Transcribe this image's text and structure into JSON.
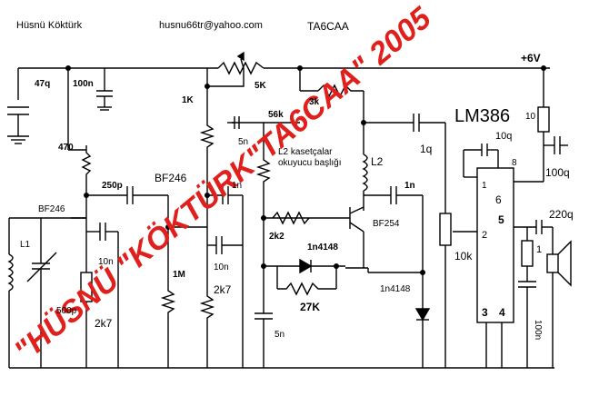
{
  "header": {
    "author": "Hüsnü Köktürk",
    "email": "husnu66tr@yahoo.com",
    "callsign": "TA6CAA"
  },
  "labels": {
    "supply": "+6V",
    "c47": "47q",
    "c100n": "100n",
    "r1k": "1K",
    "pot5k": "5K",
    "r3k": "3k",
    "r56k": "56k",
    "c5n_top": "5n",
    "lm386": "LM386",
    "r10": "10",
    "c10q": "10q",
    "c100q": "100q",
    "c1q": "1q",
    "r470": "470",
    "bf246_right": "BF246",
    "l2_note_1": "L2 kasetçalar",
    "l2_note_2": "okuyucu başlığı",
    "l2": "L2",
    "c250p": "250p",
    "bf246_left": "BF246",
    "c1n_a": "1n",
    "c1n_b": "1n",
    "pin8": "8",
    "pin1": "1",
    "pin6": "6",
    "pin5": "5",
    "pin2": "2",
    "pin3": "3",
    "pin4": "4",
    "c220q": "220q",
    "l1": "L1",
    "c10n_a": "10n",
    "c10n_b": "10n",
    "r2k2": "2k2",
    "bf254": "BF254",
    "d1n4148_a": "1n4148",
    "d1n4148_b": "1n4148",
    "pot10k": "10k",
    "r1_small": "1",
    "r1m": "1M",
    "r2k7_a": "2k7",
    "r2k7_b": "2k7",
    "c500p": "500p",
    "r27k": "27K",
    "c5n_bottom": "5n",
    "c100n_vert": "100n",
    "watermark": "\"HÜSNÜ \"KÖKTÜRK\"TA6CAA\" 2005"
  },
  "colors": {
    "wire": "#000000",
    "watermark": "#e0201c"
  }
}
